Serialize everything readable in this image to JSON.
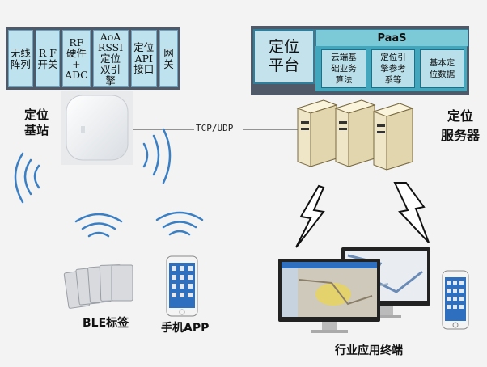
{
  "base_station": {
    "modules": [
      "无线\n阵列",
      "R F\n开关",
      "RF\n硬件+\nADC",
      "AoA\nRSSI\n定位\n双引\n擎",
      "定位\nAPI\n接口",
      "网关"
    ],
    "label": "定位\n基站"
  },
  "link_label": "TCP/UDP",
  "platform": {
    "core_label": "定位\n平台",
    "paas_title": "PaaS",
    "paas_items": [
      "云端基\n础业务\n算法",
      "定位引\n擎参考\n系等",
      "基本定\n位数据"
    ]
  },
  "server_label": "定位\n服务器",
  "ble_tag_label": "BLE标签",
  "phone_app_label": "手机APP",
  "terminal_label": "行业应用终端",
  "colors": {
    "panel_dark": "#4f5968",
    "module_fill": "#bfe3ee",
    "paas_fill": "#42a6bd",
    "signal_blue": "#3a7fc4",
    "lightning": "#111111"
  },
  "icons": [
    "wifi-signal-icon",
    "lightning-icon",
    "server-icon",
    "smartphone-icon",
    "monitor-icon",
    "ble-tag-icon"
  ]
}
